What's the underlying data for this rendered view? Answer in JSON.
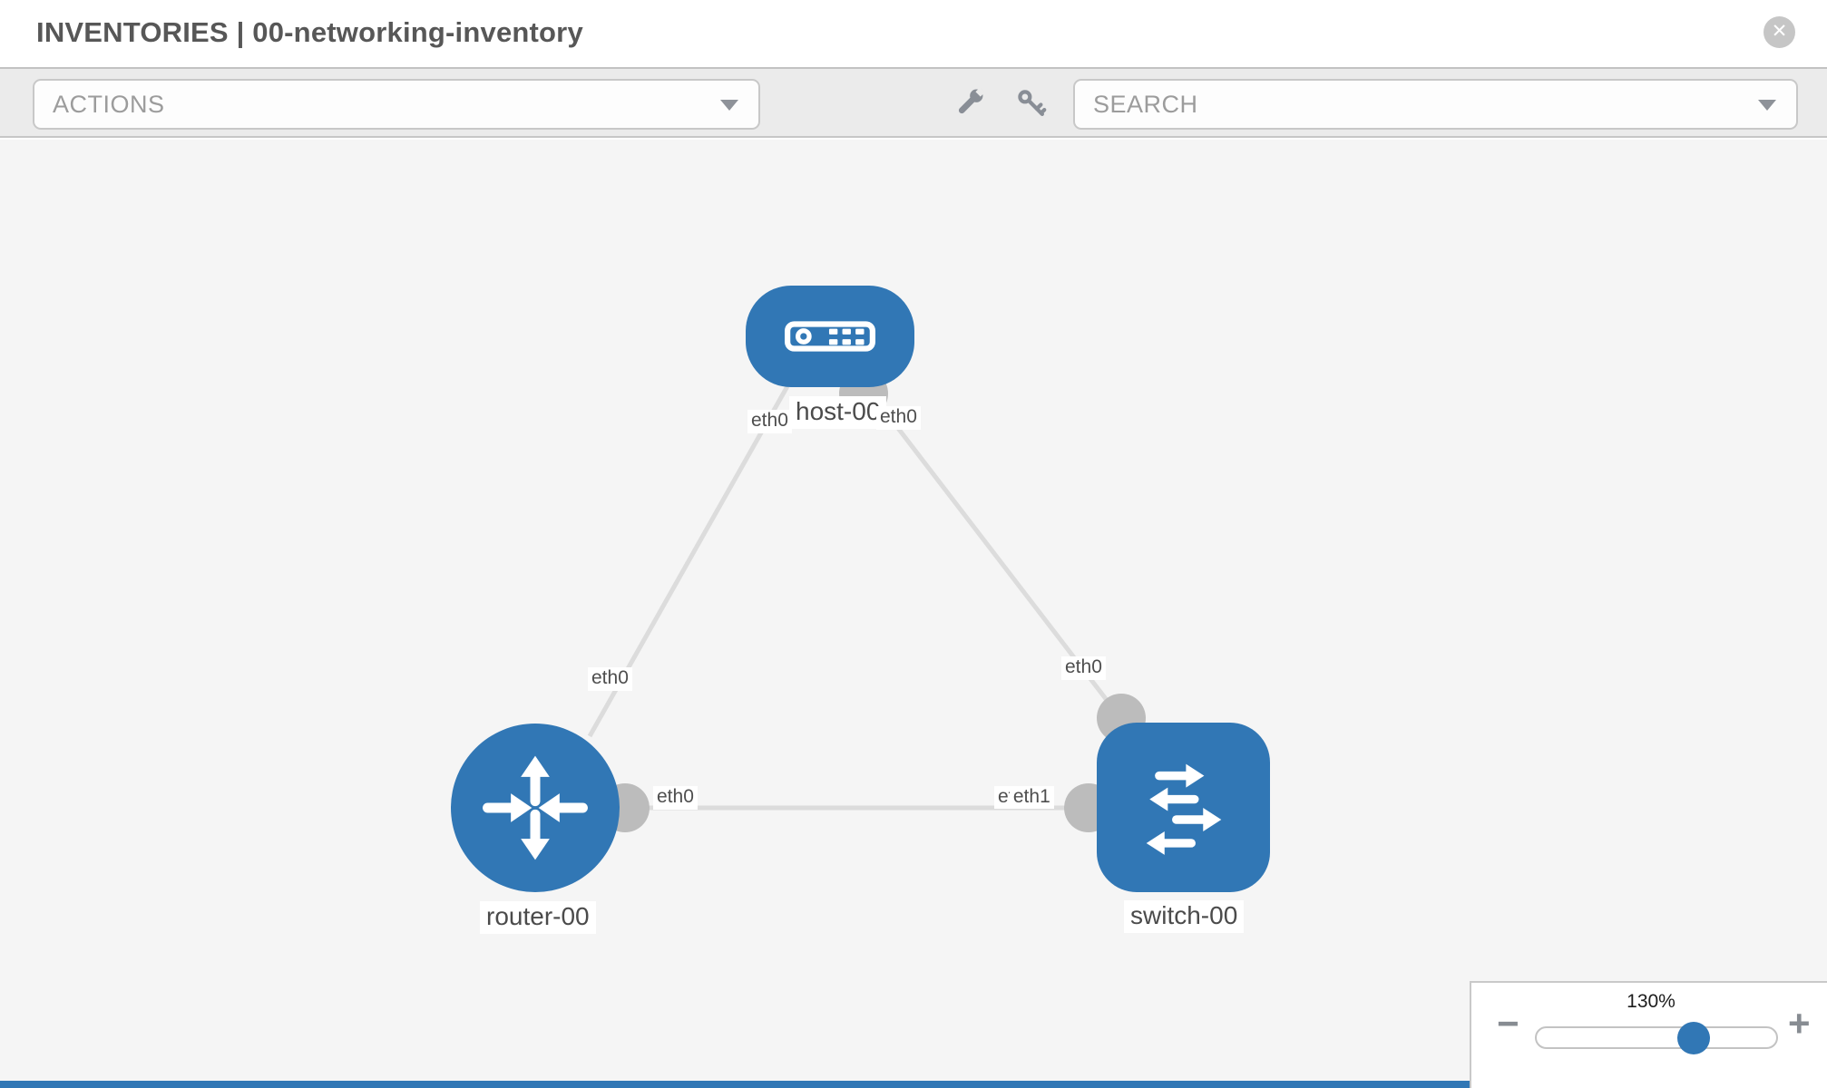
{
  "header": {
    "title": "INVENTORIES | 00-networking-inventory"
  },
  "toolbar": {
    "actions_label": "ACTIONS",
    "search_placeholder": "SEARCH",
    "icons": [
      "wrench-icon",
      "key-icon"
    ]
  },
  "icons": {
    "close": "✕",
    "minus": "−",
    "plus": "+"
  },
  "diagram": {
    "nodes": [
      {
        "id": "host-00",
        "label": "host-00",
        "type": "host",
        "shape": "rounded-pill",
        "icon": "server-icon"
      },
      {
        "id": "router-00",
        "label": "router-00",
        "type": "router",
        "shape": "circle",
        "icon": "router-arrows-icon"
      },
      {
        "id": "switch-00",
        "label": "switch-00",
        "type": "switch",
        "shape": "rounded-square",
        "icon": "switch-arrows-icon"
      }
    ],
    "links": [
      {
        "from": "host-00",
        "to": "router-00",
        "from_interface": "eth0",
        "to_interface": "eth0"
      },
      {
        "from": "host-00",
        "to": "switch-00",
        "from_interface": "eth0",
        "to_interface": "eth0"
      },
      {
        "from": "router-00",
        "to": "switch-00",
        "from_interface": "eth0",
        "to_interface": "eth1"
      }
    ],
    "interface_labels": {
      "host_left": "eth0",
      "host_right": "eth0",
      "host_router_mid": "eth0",
      "host_switch_mid": "eth0",
      "router_switch_router_end": "eth0",
      "router_switch_switch_end_under": "eth0",
      "router_switch_switch_end_over": "eth1"
    }
  },
  "zoom_control": {
    "value": "130%"
  },
  "colors": {
    "node_blue": "#3177b5",
    "connector_gray": "#bcbcbc",
    "link_gray": "#dcdcdc",
    "canvas_bg": "#f5f5f5",
    "toolbar_bg": "#ebebeb"
  }
}
